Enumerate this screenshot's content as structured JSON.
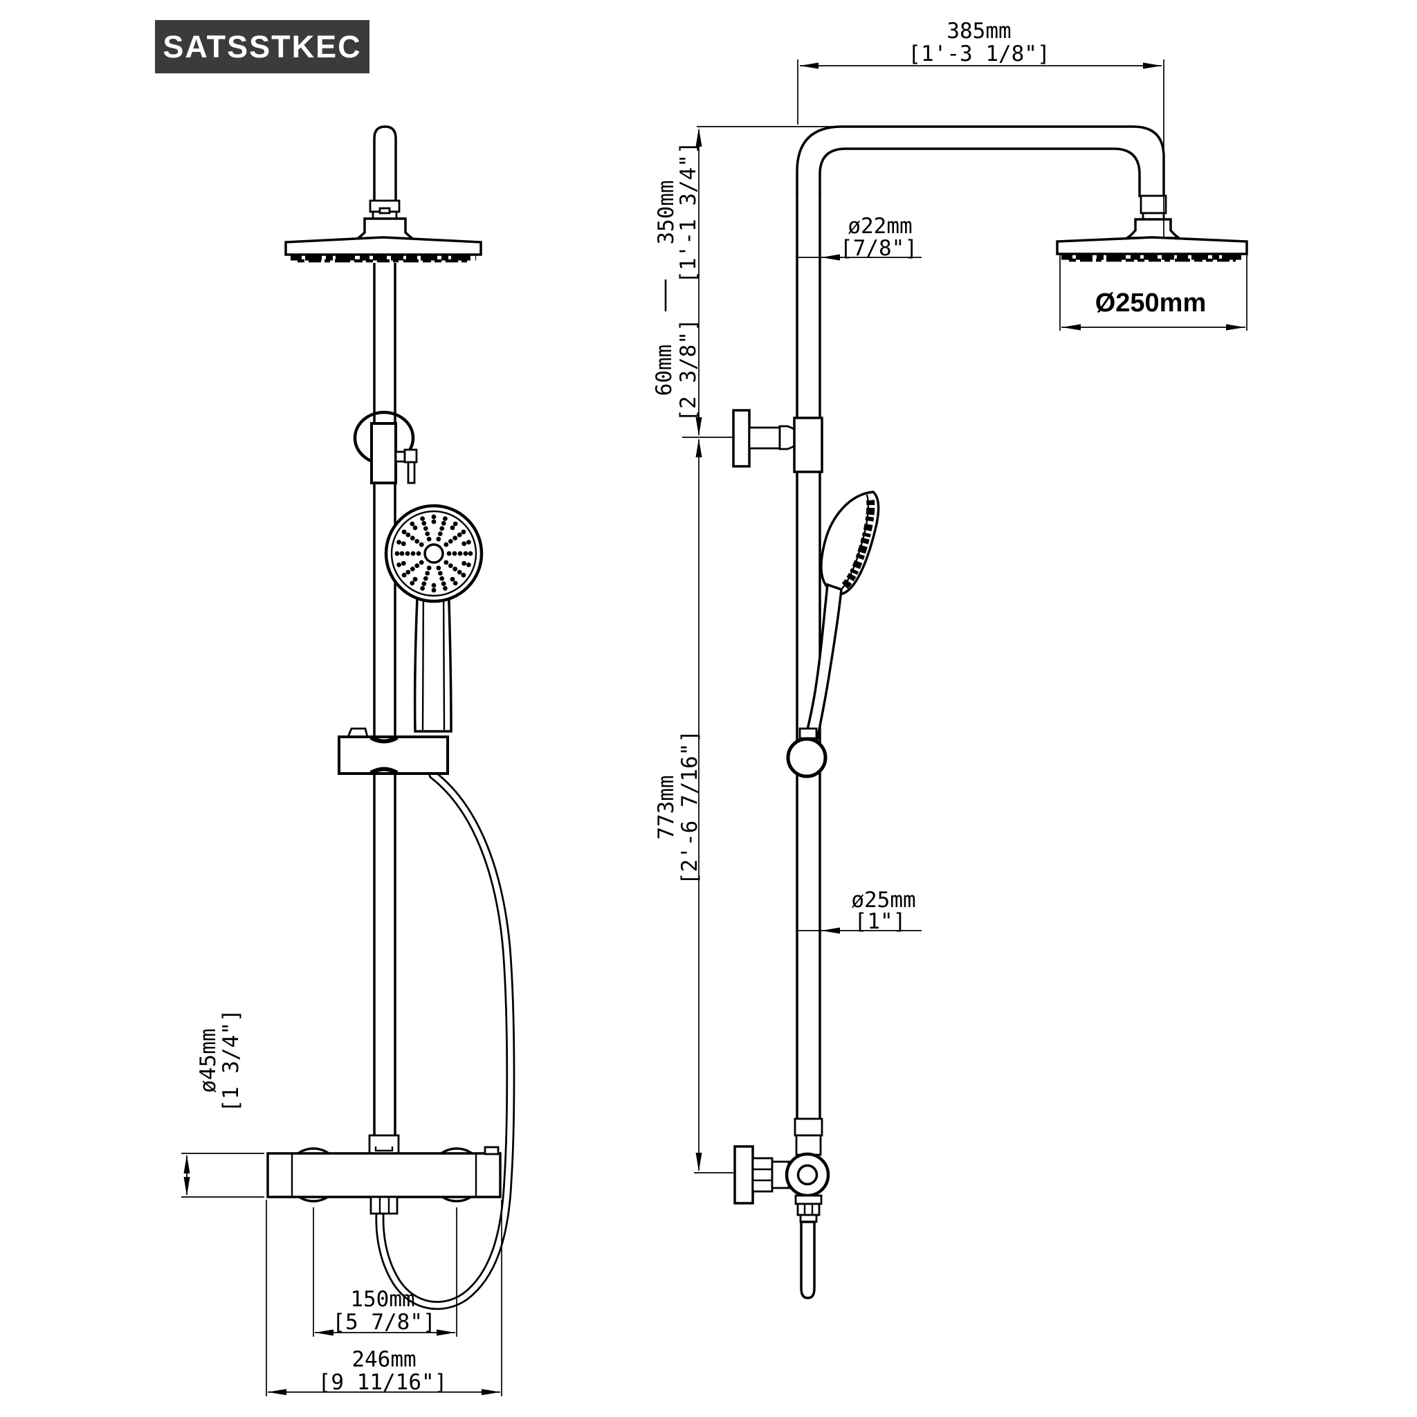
{
  "brand": {
    "label": "SATSSTKEC",
    "background": "#3b3b3b",
    "text_color": "#ffffff"
  },
  "drawing": {
    "background": "#ffffff",
    "line_color": "#000000"
  },
  "dimensions": {
    "top_width": {
      "mm": "385mm",
      "imperial": "[1'-3 1/8\"]"
    },
    "upper_height": {
      "mm": "350mm",
      "imperial": "[1'-1 3/4\"]"
    },
    "bracket_offset": {
      "mm": "60mm",
      "imperial": "[2 3/8\"]"
    },
    "lower_height": {
      "mm": "773mm",
      "imperial": "[2'-6 7/16\"]"
    },
    "arm_diameter": {
      "mm": "ø22mm",
      "imperial": "[7/8\"]"
    },
    "pipe_diameter": {
      "mm": "ø25mm",
      "imperial": "[1\"]"
    },
    "head_diameter": {
      "label": "Ø250mm"
    },
    "valve_diameter": {
      "mm": "ø45mm",
      "imperial": "[1 3/4\"]"
    },
    "outlet_spacing": {
      "mm": "150mm",
      "imperial": "[5 7/8\"]"
    },
    "valve_width": {
      "mm": "246mm",
      "imperial": "[9 11/16\"]"
    }
  }
}
